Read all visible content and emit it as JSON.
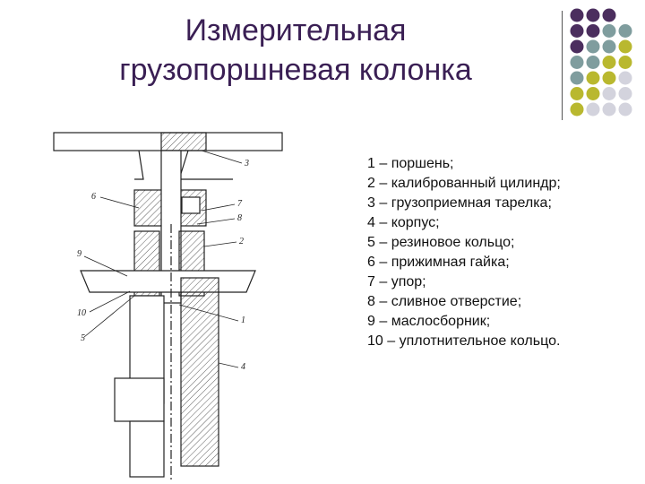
{
  "title": {
    "line1": "Измерительная",
    "line2": "грузопоршневая колонка"
  },
  "legend": [
    "1 – поршень;",
    "2 – калиброванный цилиндр;",
    "3 – грузоприемная тарелка;",
    "4 – корпус;",
    "5 – резиновое кольцо;",
    "6 – прижимная гайка;",
    "7 – упор;",
    "8 – сливное отверстие;",
    "9 – маслосборник;",
    "10 – уплотнительное кольцо."
  ],
  "callouts": {
    "n1": "1",
    "n2": "2",
    "n3": "3",
    "n4": "4",
    "n5": "5",
    "n6": "6",
    "n7": "7",
    "n8": "8",
    "n9": "9",
    "n10": "10"
  },
  "colors": {
    "title": "#3a1f54",
    "dot_purple": "#4b2e5e",
    "dot_teal": "#7f9d9e",
    "dot_olive": "#b9b82f",
    "dot_light": "#d3d3dd"
  }
}
